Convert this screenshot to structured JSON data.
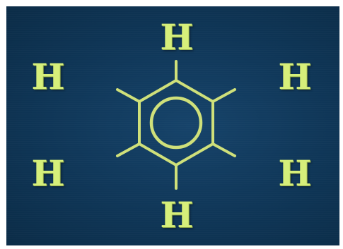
{
  "molecule": {
    "atoms": {
      "top": "H",
      "upper_left": "H",
      "upper_right": "H",
      "lower_left": "H",
      "lower_right": "H",
      "bottom": "H"
    },
    "colors": {
      "background": "#0f3657",
      "bond": "#cfe07a",
      "atom_text": "#d6ef7a"
    }
  }
}
